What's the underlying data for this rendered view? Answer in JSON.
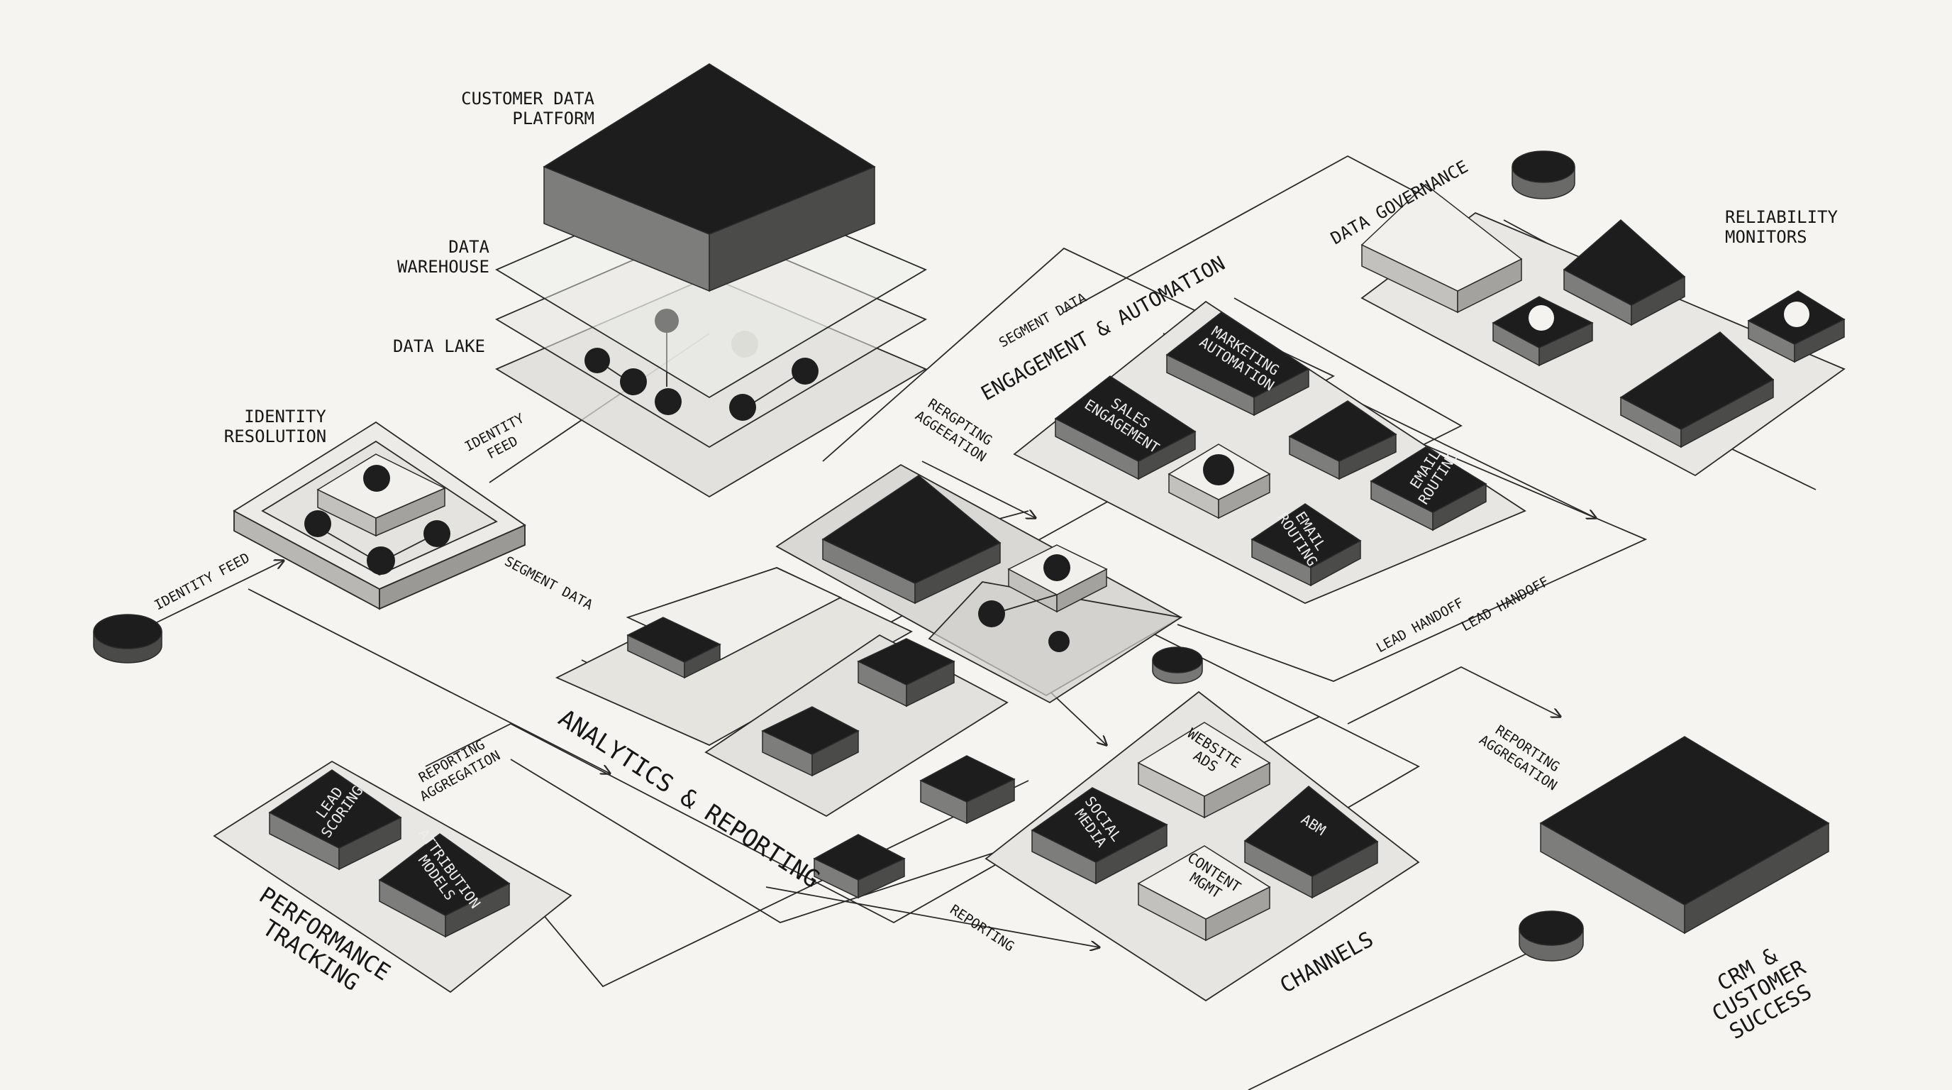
{
  "layers": {
    "cdp": "CUSTOMER DATA",
    "cdp_2": "PLATFORM",
    "warehouse": "DATA",
    "warehouse_2": "WAREHOUSE",
    "lake": "DATA LAKE"
  },
  "identity": {
    "title": "IDENTITY",
    "title_2": "RESOLUTION",
    "feed_top": "IDENTITY",
    "feed_top_2": "FEED",
    "feed_left": "IDENTITY FEED",
    "segment": "SEGMENT DATA"
  },
  "engagement": {
    "title": "ENGAGEMENT & AUTOMATION",
    "segment": "SEGMENT DATA",
    "regroup": "RERGPTING",
    "regroup_2": "AGGEEATION",
    "marketing": "MARKETING",
    "marketing_2": "AUTOMATION",
    "sales": "SALES",
    "sales_2": "ENGAGEMENT",
    "email_a": "EMAIL",
    "email_a_2": "ROUTING",
    "email_b": "EMAIL",
    "email_b_2": "ROUTING",
    "handoff_a": "LEAD HANDOFF",
    "handoff_b": "LEAD HANDOFF"
  },
  "governance": {
    "title": "DATA GOVERNANCE",
    "reliability": "RELIABILITY",
    "reliability_2": "MONITORS"
  },
  "analytics": {
    "title": "ANALYTICS & REPORTING"
  },
  "performance": {
    "title": "PERFORMANCE",
    "title_2": "TRACKING",
    "reporting": "REPORTING",
    "reporting_2": "AGGREGATION",
    "lead": "LEAD",
    "lead_2": "SCORING",
    "attribution": "ATTRIBUTION",
    "attribution_2": "MODELS"
  },
  "channels": {
    "title": "CHANNELS",
    "website": "WEBSITE",
    "website_2": "ADS",
    "social": "SOCIAL",
    "social_2": "MEDIA",
    "abm": "ABM",
    "content": "CONTENT",
    "content_2": "MGMT",
    "reporting": "REPORTING"
  },
  "crm": {
    "title": "CRM &",
    "title_2": "CUSTOMER",
    "title_3": "SUCCESS",
    "reporting": "REPORTING",
    "reporting_2": "AGGREGATION"
  }
}
